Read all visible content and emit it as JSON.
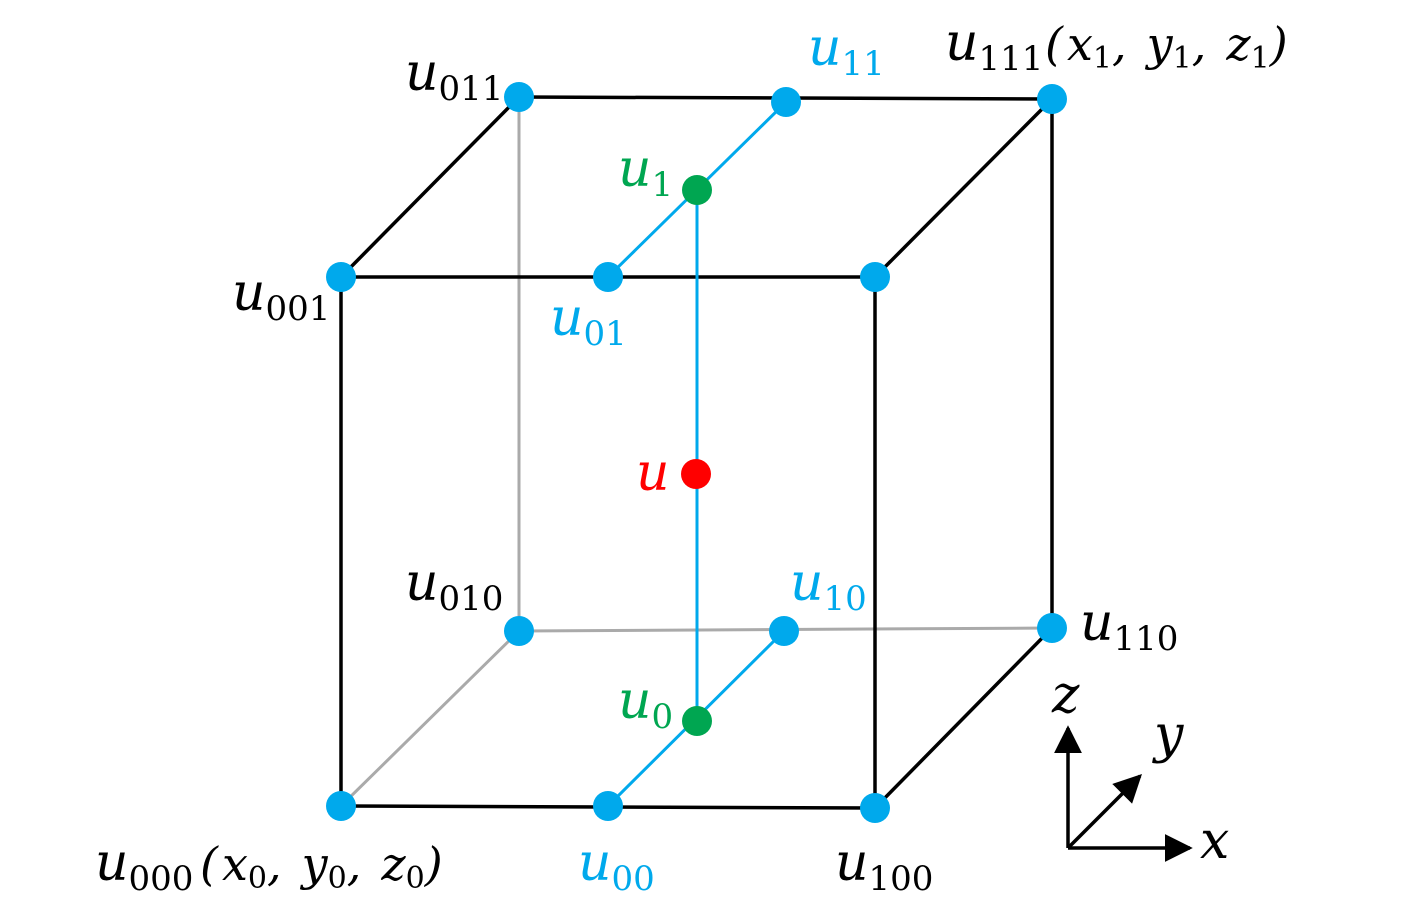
{
  "colors": {
    "edge": "#000000",
    "hidden_edge": "#aaaaaa",
    "blue": "#00a9ec",
    "green": "#00a651",
    "red": "#ff0000"
  },
  "labels": {
    "u000": {
      "base": "u",
      "sub": "000"
    },
    "u000_coords": {
      "open": "(",
      "x": "x",
      "xs": "0",
      "sep1": ",",
      "y": "y",
      "ys": "0",
      "sep2": ",",
      "z": "z",
      "zs": "0",
      "close": ")"
    },
    "u100": {
      "base": "u",
      "sub": "100"
    },
    "u110": {
      "base": "u",
      "sub": "110"
    },
    "u010": {
      "base": "u",
      "sub": "010"
    },
    "u001": {
      "base": "u",
      "sub": "001"
    },
    "u011": {
      "base": "u",
      "sub": "011"
    },
    "u111": {
      "base": "u",
      "sub": "111"
    },
    "u111_coords": {
      "open": "(",
      "x": "x",
      "xs": "1",
      "sep1": ",",
      "y": "y",
      "ys": "1",
      "sep2": ",",
      "z": "z",
      "zs": "1",
      "close": ")"
    },
    "u00": {
      "base": "u",
      "sub": "00"
    },
    "u10": {
      "base": "u",
      "sub": "10"
    },
    "u01": {
      "base": "u",
      "sub": "01"
    },
    "u11": {
      "base": "u",
      "sub": "11"
    },
    "u0": {
      "base": "u",
      "sub": "0"
    },
    "u1": {
      "base": "u",
      "sub": "1"
    },
    "u": {
      "base": "u"
    }
  },
  "axes": {
    "x": "x",
    "y": "y",
    "z": "z"
  }
}
